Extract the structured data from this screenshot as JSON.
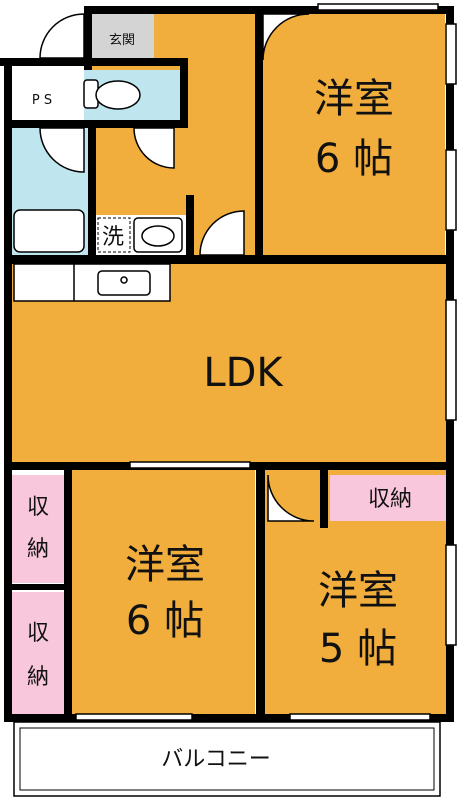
{
  "rooms": {
    "genkan": "玄関",
    "ps": "P S",
    "wash": "洗",
    "ldk": "LDK",
    "room_ne": {
      "type": "洋室",
      "size": "6 帖"
    },
    "room_sw": {
      "type": "洋室",
      "size": "6 帖"
    },
    "room_se": {
      "type": "洋室",
      "size": "5 帖"
    },
    "storage_se": "収納",
    "storage_w1": {
      "top": "収",
      "bottom": "納"
    },
    "storage_w2": {
      "top": "収",
      "bottom": "納"
    },
    "balcony": "バルコニー"
  },
  "colors": {
    "room": "#f2ae3c",
    "bath": "#bfe6ef",
    "storage": "#f9c7dc",
    "wall": "#000000",
    "floor": "#ffffff"
  }
}
